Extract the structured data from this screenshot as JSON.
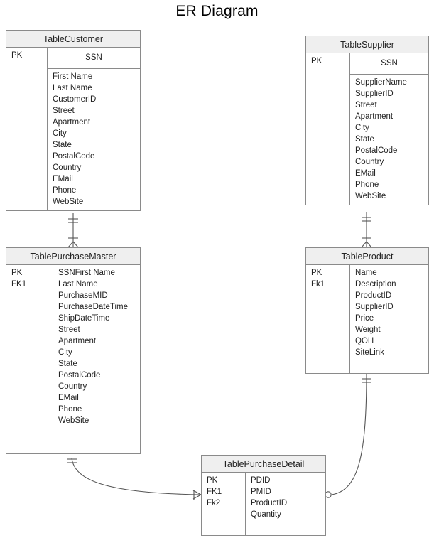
{
  "title": "ER Diagram",
  "entities": {
    "customer": {
      "name": "TableCustomer",
      "keys": [
        "PK"
      ],
      "pk_field": "SSN",
      "attributes": [
        {
          "text": "First Name",
          "underline": false
        },
        {
          "text": "Last Name",
          "underline": false
        },
        {
          "text": "CustomerID",
          "underline": true
        },
        {
          "text": "Street",
          "underline": false
        },
        {
          "text": "Apartment",
          "underline": false
        },
        {
          "text": "City",
          "underline": false
        },
        {
          "text": "State",
          "underline": false
        },
        {
          "text": "PostalCode",
          "underline": false
        },
        {
          "text": "Country",
          "underline": false
        },
        {
          "text": "EMail",
          "underline": false
        },
        {
          "text": "Phone",
          "underline": false
        },
        {
          "text": "WebSite",
          "underline": false
        }
      ]
    },
    "supplier": {
      "name": "TableSupplier",
      "keys": [
        "PK"
      ],
      "pk_field": "SSN",
      "attributes": [
        {
          "text": "SupplierName",
          "underline": false
        },
        {
          "text": "SupplierID",
          "underline": true
        },
        {
          "text": "Street",
          "underline": false
        },
        {
          "text": "Apartment",
          "underline": false
        },
        {
          "text": "City",
          "underline": false
        },
        {
          "text": "State",
          "underline": false
        },
        {
          "text": "PostalCode",
          "underline": false
        },
        {
          "text": "Country",
          "underline": false
        },
        {
          "text": "EMail",
          "underline": false
        },
        {
          "text": "Phone",
          "underline": false
        },
        {
          "text": "WebSite",
          "underline": false
        }
      ]
    },
    "purchase_master": {
      "name": "TablePurchaseMaster",
      "keys": [
        "PK",
        "FK1"
      ],
      "pk_field": null,
      "attributes": [
        {
          "text": "SSNFirst Name",
          "underline": false
        },
        {
          "text": "Last Name",
          "underline": false
        },
        {
          "text": "PurchaseMID",
          "underline": true
        },
        {
          "text": "PurchaseDateTime",
          "underline": false
        },
        {
          "text": "ShipDateTime",
          "underline": false
        },
        {
          "text": "Street",
          "underline": false
        },
        {
          "text": "Apartment",
          "underline": false
        },
        {
          "text": "City",
          "underline": false
        },
        {
          "text": "State",
          "underline": false
        },
        {
          "text": "PostalCode",
          "underline": false
        },
        {
          "text": "Country",
          "underline": false
        },
        {
          "text": "EMail",
          "underline": false
        },
        {
          "text": "Phone",
          "underline": false
        },
        {
          "text": "WebSite",
          "underline": false
        }
      ]
    },
    "product": {
      "name": "TableProduct",
      "keys": [
        "PK",
        "Fk1"
      ],
      "pk_field": null,
      "attributes": [
        {
          "text": "Name",
          "underline": false
        },
        {
          "text": "Description",
          "underline": false
        },
        {
          "text": "ProductID",
          "underline": true
        },
        {
          "text": "SupplierID",
          "underline": false
        },
        {
          "text": "Price",
          "underline": false
        },
        {
          "text": "Weight",
          "underline": false
        },
        {
          "text": "QOH",
          "underline": false
        },
        {
          "text": "SiteLink",
          "underline": false
        }
      ]
    },
    "purchase_detail": {
      "name": "TablePurchaseDetail",
      "keys": [
        "PK",
        "FK1",
        "Fk2"
      ],
      "pk_field": null,
      "attributes": [
        {
          "text": "PDID",
          "underline": true
        },
        {
          "text": "PMID",
          "underline": false
        },
        {
          "text": "ProductID",
          "underline": false
        },
        {
          "text": "Quantity",
          "underline": false
        }
      ]
    }
  },
  "relationships": [
    {
      "name": "customer-to-purchasemaster",
      "from": "TableCustomer",
      "to": "TablePurchaseMaster",
      "from_cardinality": "one",
      "to_cardinality": "many"
    },
    {
      "name": "supplier-to-product",
      "from": "TableSupplier",
      "to": "TableProduct",
      "from_cardinality": "one",
      "to_cardinality": "many"
    },
    {
      "name": "purchasemaster-to-purchasedetail",
      "from": "TablePurchaseMaster",
      "to": "TablePurchaseDetail",
      "from_cardinality": "one",
      "to_cardinality": "many"
    },
    {
      "name": "product-to-purchasedetail",
      "from": "TableProduct",
      "to": "TablePurchaseDetail",
      "from_cardinality": "one",
      "to_cardinality": "zero-or-many"
    }
  ],
  "colors": {
    "header_fill": "#efefef",
    "border": "#8a8a8a",
    "connector": "#555555",
    "text": "#222222"
  }
}
